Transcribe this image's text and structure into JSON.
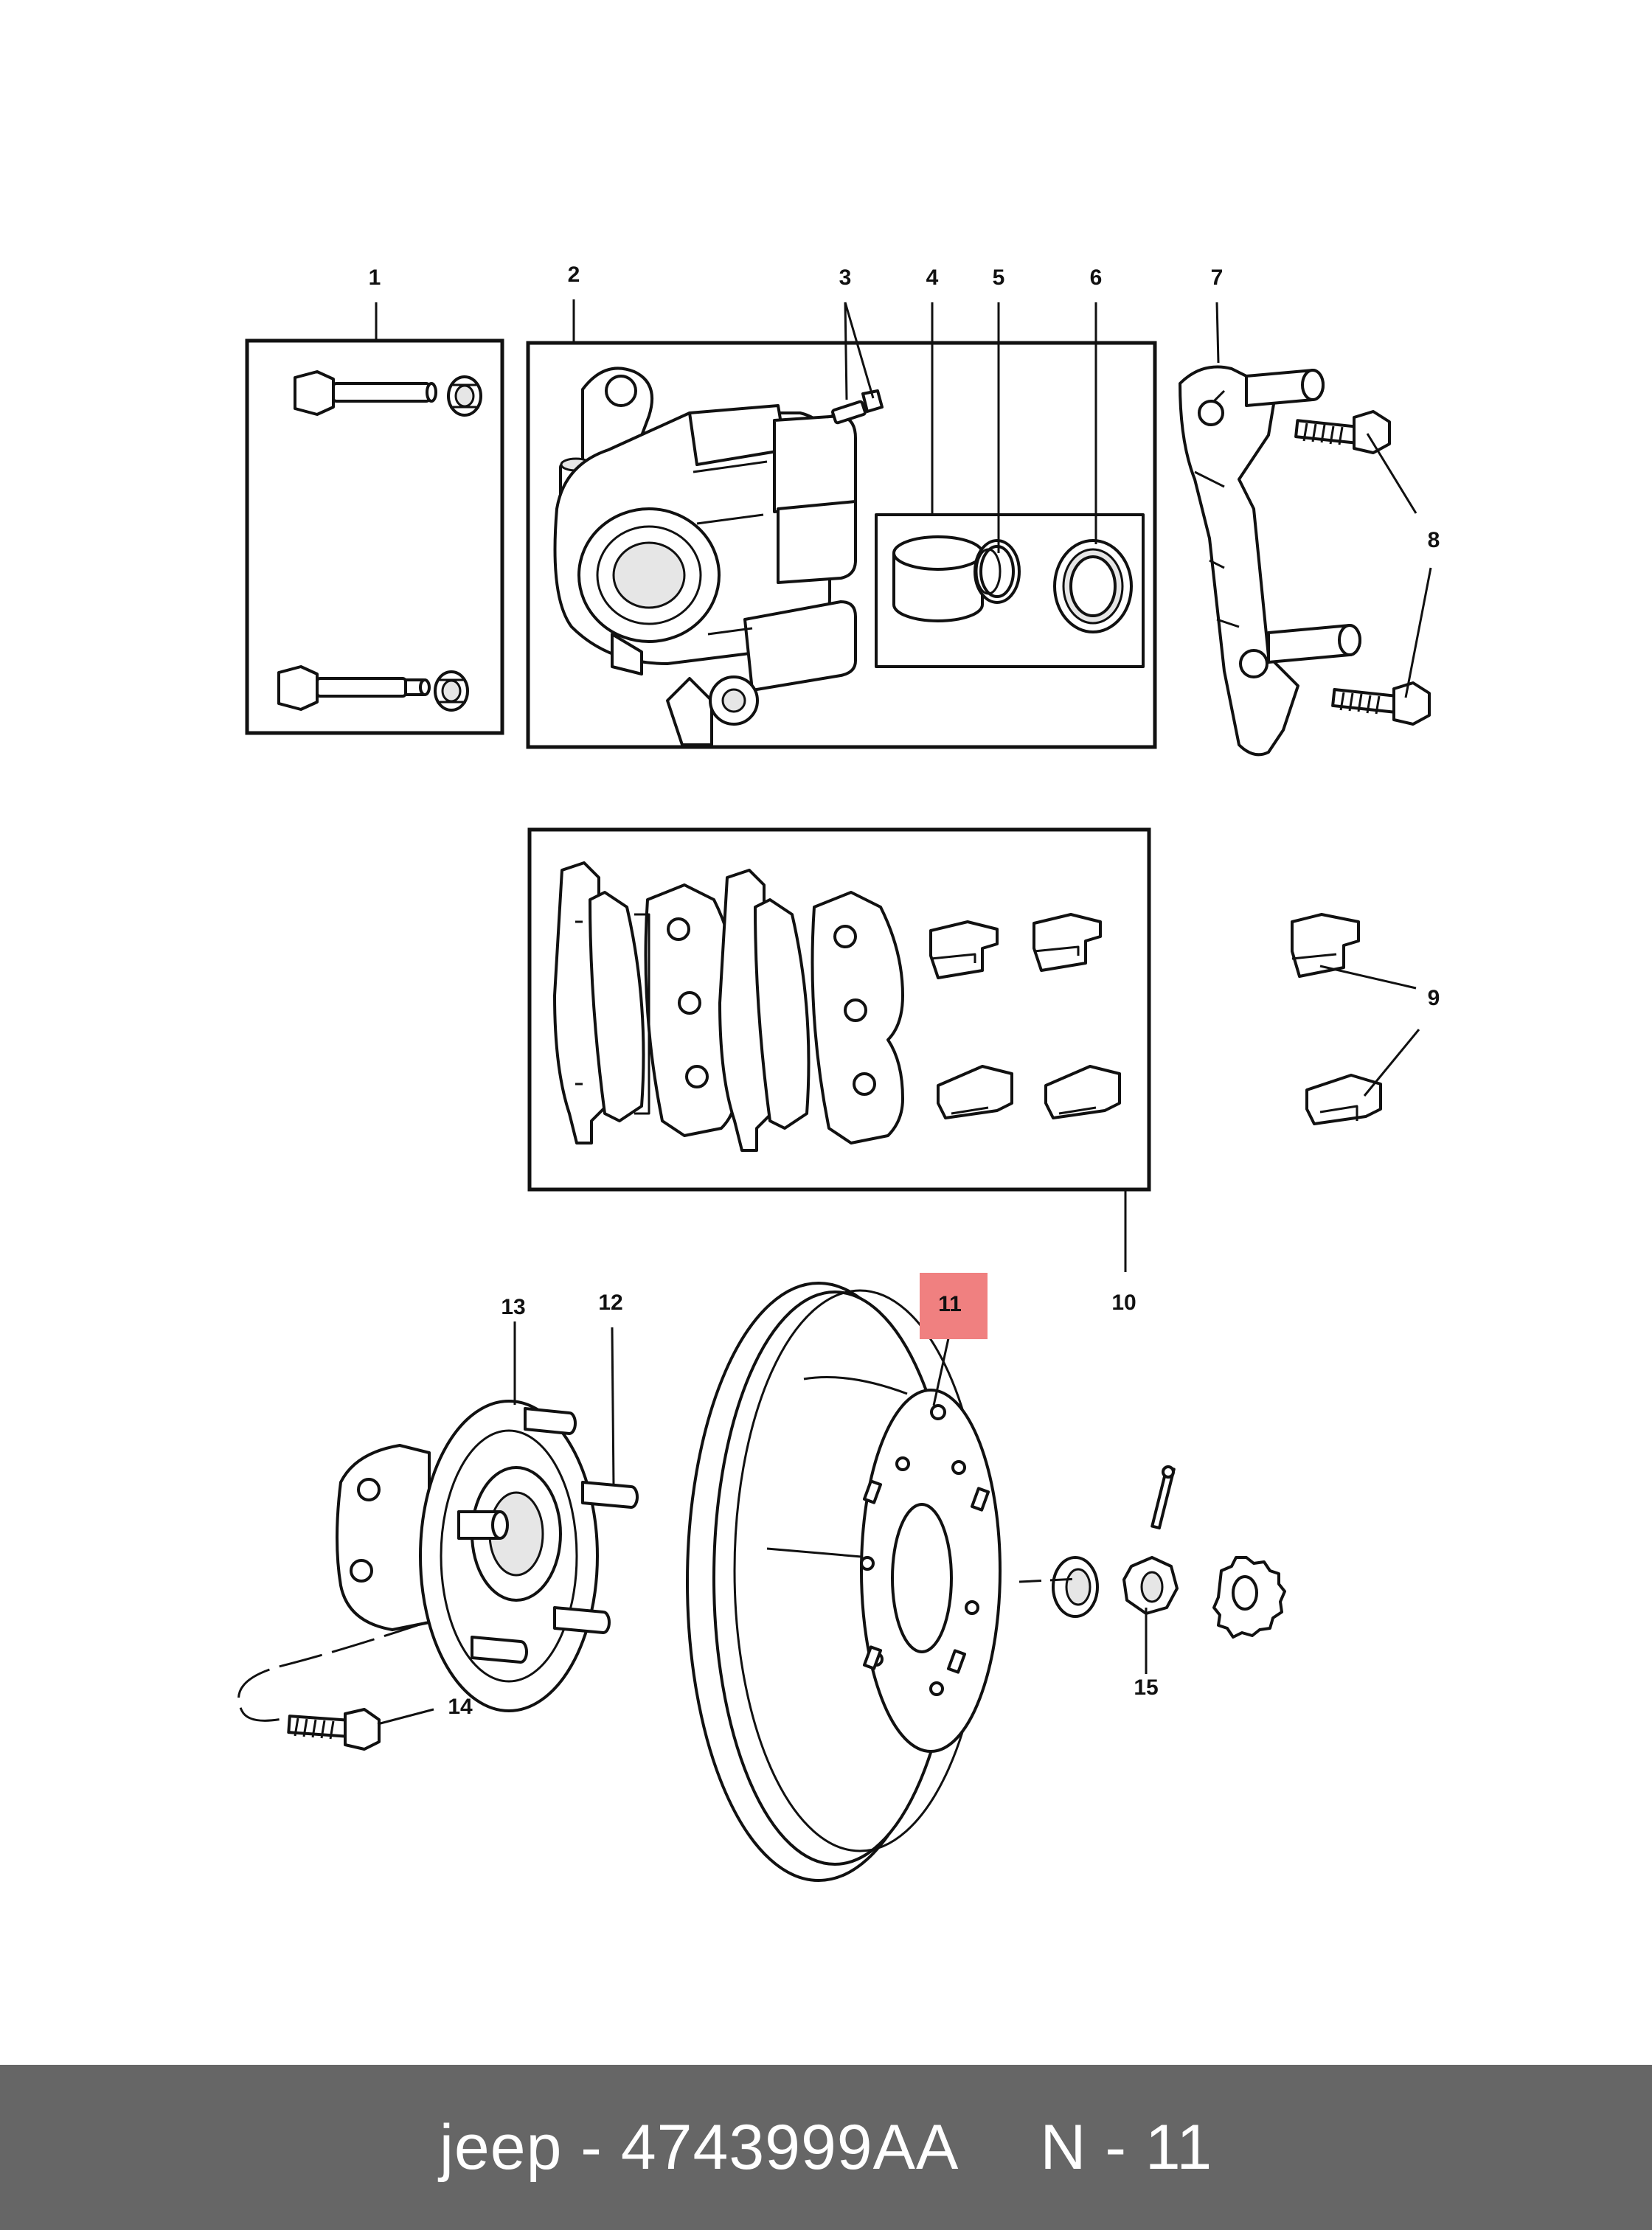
{
  "callouts": {
    "c1": "1",
    "c2": "2",
    "c3": "3",
    "c4": "4",
    "c5": "5",
    "c6": "6",
    "c7": "7",
    "c8": "8",
    "c9": "9",
    "c10": "10",
    "c11": "11",
    "c12": "12",
    "c13": "13",
    "c14": "14",
    "c15": "15"
  },
  "highlight": {
    "callout": "11",
    "color": "#f08080"
  },
  "footer": {
    "brand_part": "jeep - 4743999AA",
    "position": "N - 11",
    "background": "#666666"
  }
}
